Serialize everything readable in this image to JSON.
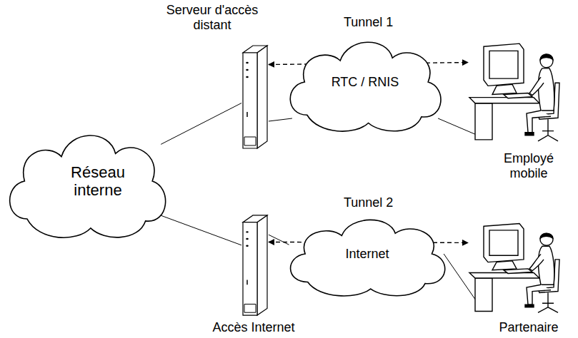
{
  "diagram": {
    "nodes": [
      {
        "text": [
          "Serveur d'accès distant"
        ]
      },
      {
        "text": [
          "RTC / RNIS"
        ]
      },
      {
        "text": [
          "Employé mobile"
        ]
      },
      {
        "text": [
          "Réseau interne"
        ]
      },
      {
        "text": [
          "Internet"
        ]
      },
      {
        "text": [
          "Accès Internet"
        ]
      },
      {
        "text": [
          "Partenaire"
        ]
      }
    ],
    "edges": [
      {
        "from": 0,
        "to": 2,
        "label": "Tunnel 1",
        "arrow": "both"
      },
      {
        "from": 5,
        "to": 6,
        "label": "Tunnel 2",
        "arrow": "both"
      },
      {
        "from": 3,
        "to": 0,
        "arrow": "none"
      },
      {
        "from": 3,
        "to": 5,
        "arrow": "none"
      },
      {
        "from": 0,
        "to": 1,
        "arrow": "none"
      },
      {
        "from": 1,
        "to": 2,
        "arrow": "none"
      },
      {
        "from": 5,
        "to": 4,
        "arrow": "none"
      },
      {
        "from": 4,
        "to": 6,
        "arrow": "none"
      }
    ]
  }
}
